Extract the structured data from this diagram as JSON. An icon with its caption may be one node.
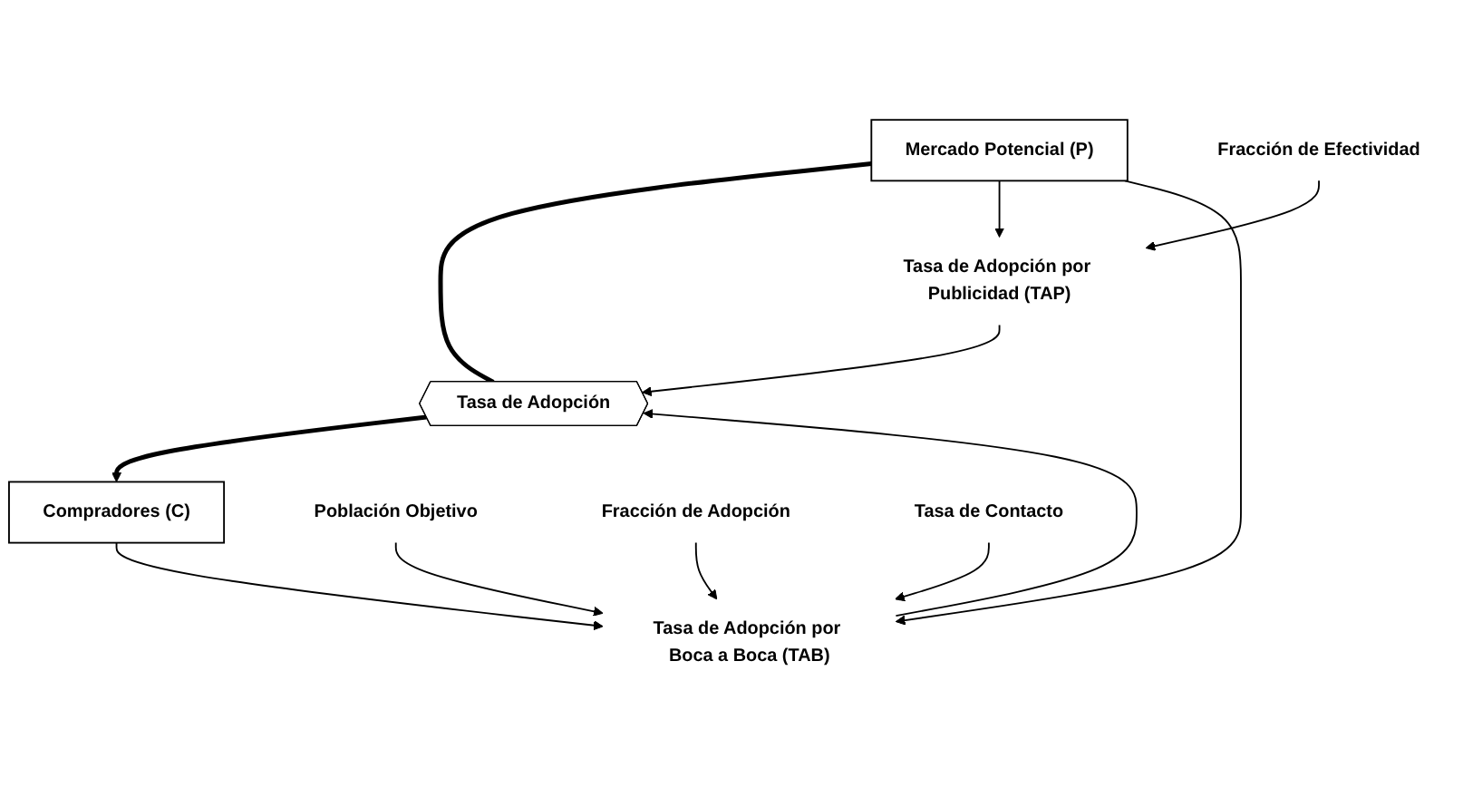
{
  "diagram": {
    "nodes": [
      {
        "text": [
          "Mercado Potencial (P)"
        ]
      },
      {
        "text": [
          "Compradores (C)"
        ]
      },
      {
        "text": [
          "Tasa de Adopción"
        ]
      },
      {
        "text": [
          "Tasa de Adopción por Publicidad (TAP)"
        ]
      },
      {
        "text": [
          "Tasa de Adopción por Boca a Boca (TAB)"
        ]
      },
      {
        "text": [
          "Población Objetivo"
        ]
      },
      {
        "text": [
          "Fracción de Adopción"
        ]
      },
      {
        "text": [
          "Tasa de Contacto"
        ]
      },
      {
        "text": [
          "Fracción de Efectividad"
        ]
      }
    ],
    "edges": [
      {
        "from": 0,
        "to": 2,
        "arrow": "none",
        "style": "thick"
      },
      {
        "from": 2,
        "to": 1,
        "arrow": "to",
        "style": "thick"
      },
      {
        "from": 0,
        "to": 3,
        "arrow": "to"
      },
      {
        "from": 3,
        "to": 2,
        "arrow": "to"
      },
      {
        "from": 4,
        "to": 2,
        "arrow": "to"
      },
      {
        "from": 1,
        "to": 4,
        "arrow": "to"
      },
      {
        "from": 0,
        "to": 4,
        "arrow": "to"
      },
      {
        "from": 5,
        "to": 4,
        "arrow": "to"
      },
      {
        "from": 6,
        "to": 4,
        "arrow": "to"
      },
      {
        "from": 7,
        "to": 4,
        "arrow": "to"
      },
      {
        "from": 8,
        "to": 3,
        "arrow": "to"
      }
    ]
  }
}
